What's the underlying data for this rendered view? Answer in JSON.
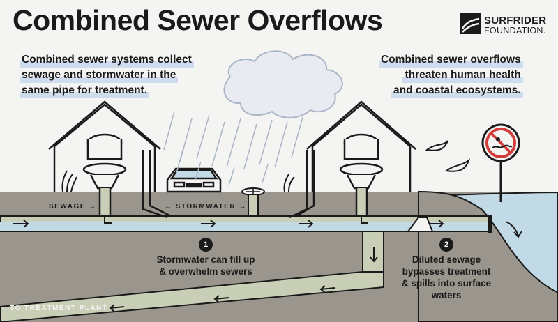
{
  "header": {
    "title": "Combined Sewer Overflows"
  },
  "logo": {
    "line1": "SURFRIDER",
    "line2": "FOUNDATION."
  },
  "captions": {
    "left": [
      "Combined sewer systems collect",
      "sewage and stormwater in the",
      "same pipe for treatment."
    ],
    "right": [
      "Combined sewer overflows",
      "threaten human health",
      "and coastal ecosystems."
    ]
  },
  "labels": {
    "sewage": "SEWAGE →",
    "stormwater": "← STORMWATER →",
    "treatment": "TO TREATMENT PLANT"
  },
  "steps": [
    {
      "number": "1",
      "lines": [
        "Stormwater can fill up",
        "& overwhelm sewers"
      ]
    },
    {
      "number": "2",
      "lines": [
        "Diluted sewage",
        "bypasses treatment",
        "& spills into surface",
        "waters"
      ]
    }
  ],
  "icons": [
    "toilet-icon",
    "car-icon",
    "cloud-icon",
    "rain-icon",
    "bird-icon",
    "no-swimming-sign-icon",
    "storm-drain-icon",
    "grass-icon",
    "flow-arrow-icon"
  ],
  "colors": {
    "ground": "#9a968d",
    "sky": "#f4f4f2",
    "pipe": "#c8cfb6",
    "water": "#c2d9e6",
    "highlight": "#cfdcee",
    "outline": "#1a1a1a"
  }
}
